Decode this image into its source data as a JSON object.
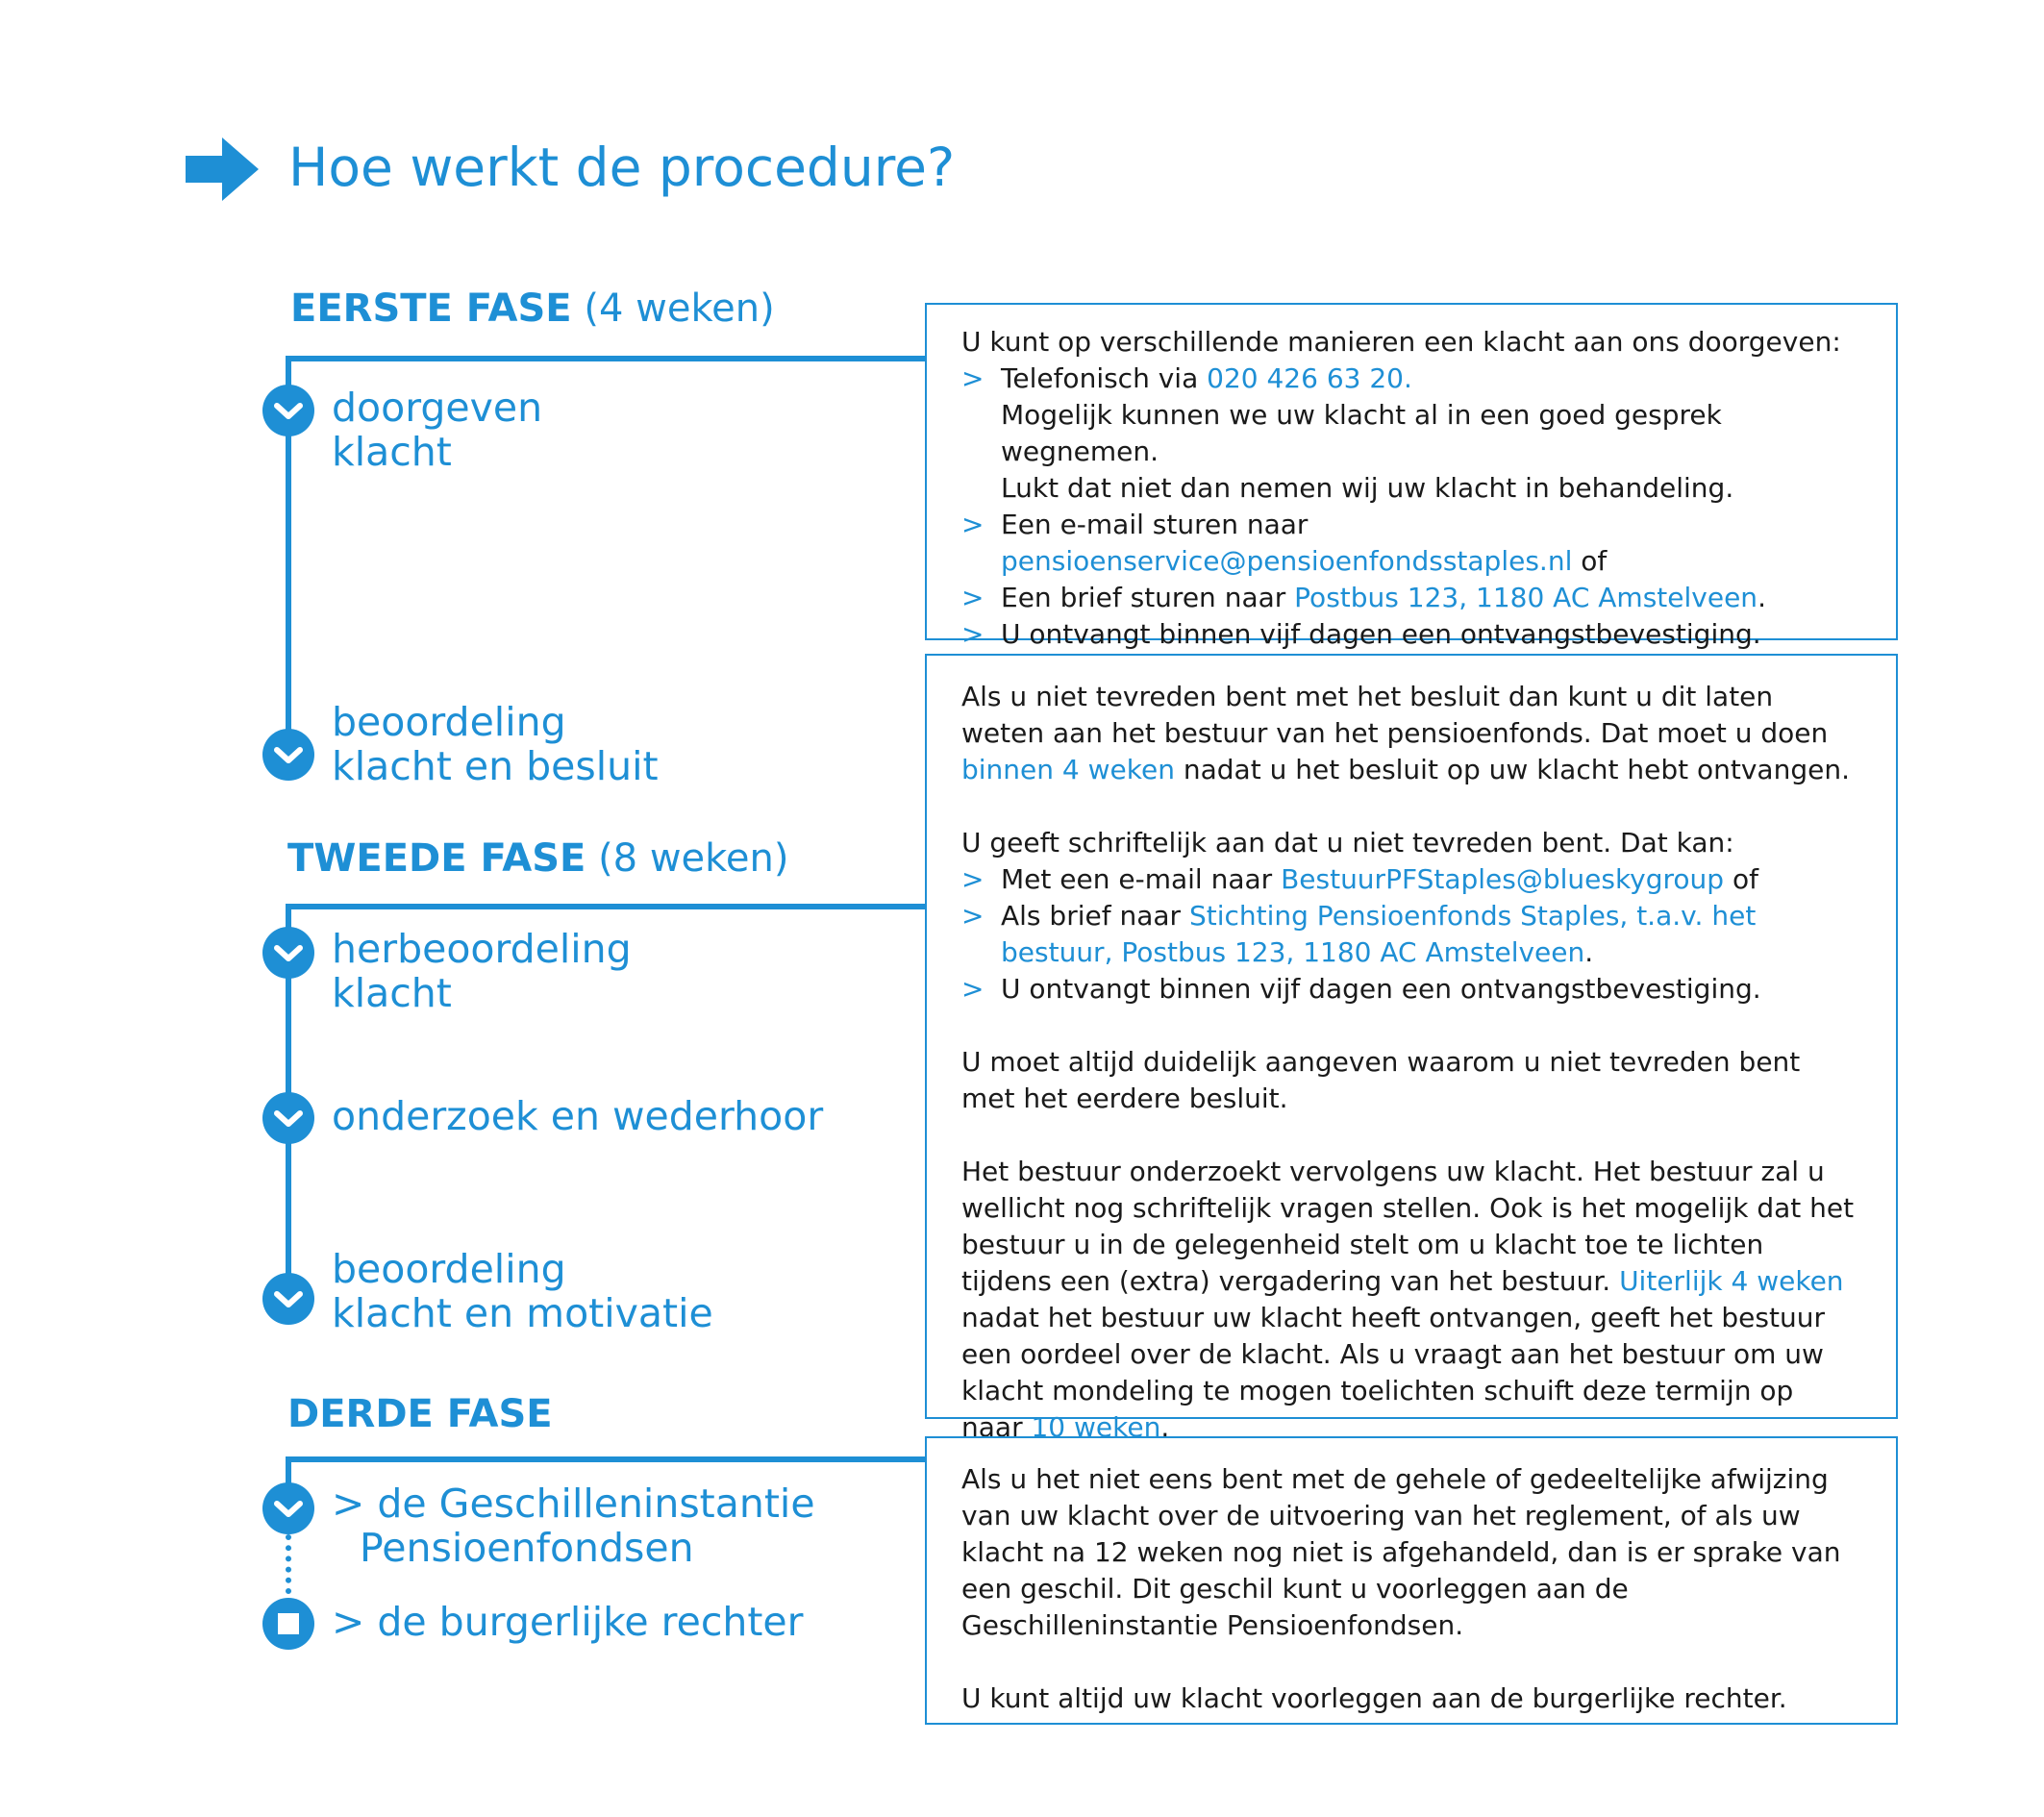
{
  "title": "Hoe werkt de procedure?",
  "phases": {
    "first": {
      "name": "EERSTE FASE",
      "duration": "(4 weken)"
    },
    "second": {
      "name": "TWEEDE FASE",
      "duration": "(8 weken)"
    },
    "third": {
      "name": "DERDE FASE"
    }
  },
  "steps": {
    "s1": {
      "line1": "doorgeven",
      "line2": "klacht"
    },
    "s2": {
      "line1": "beoordeling",
      "line2": "klacht en besluit"
    },
    "s3": {
      "line1": "herbeoordeling",
      "line2": "klacht"
    },
    "s4": {
      "line1": "onderzoek en wederhoor"
    },
    "s5": {
      "line1": "beoordeling",
      "line2": "klacht en motivatie"
    },
    "s6": {
      "line1": "> de Geschilleninstantie",
      "line2": "Pensioenfondsen"
    },
    "s7": {
      "line1": "> de burgerlijke rechter"
    }
  },
  "box1": {
    "intro": "U kunt op verschillende manieren een klacht aan ons doorgeven:",
    "marker": ">",
    "b1_text": "Telefonisch via ",
    "b1_phone": "020 426 63 20.",
    "b1_line2": "Mogelijk kunnen we uw klacht al in een goed gesprek wegnemen.",
    "b1_line3": "Lukt dat niet dan nemen wij uw klacht in behandeling.",
    "b2_text": "Een e-mail sturen naar",
    "b2_email": "pensioenservice@pensioenfondsstaples.nl",
    "b2_after": " of",
    "b3_text": "Een brief sturen naar ",
    "b3_address": "Postbus 123, 1180 AC Amstelveen",
    "b3_after": ".",
    "b4_text": "U ontvangt binnen vijf dagen een ontvangstbevestiging."
  },
  "box2": {
    "p1_a": "Als u niet tevreden bent met het besluit dan kunt u dit laten weten aan het bestuur van het pensioenfonds. Dat moet u doen ",
    "p1_hl": "binnen 4 weken",
    "p1_b": " nadat u het besluit op uw klacht hebt ontvangen.",
    "p2_intro": "U geeft schriftelijk aan dat u niet tevreden bent. Dat kan:",
    "b1_text": "Met een e-mail naar ",
    "b1_email": "BestuurPFStaples@blueskygroup",
    "b1_after": " of",
    "b2_text": "Als brief naar ",
    "b2_address": "Stichting Pensioenfonds Staples, t.a.v. het bestuur, Postbus 123, 1180 AC Amstelveen",
    "b2_after": ".",
    "b3_text": "U ontvangt binnen vijf dagen een ontvangstbevestiging.",
    "p3": "U moet altijd duidelijk aangeven waarom u niet tevreden bent met het eerdere besluit.",
    "p4_a": "Het bestuur onderzoekt vervolgens uw klacht. Het bestuur zal u wellicht nog schriftelijk vragen stellen. Ook is het mogelijk dat het bestuur u in de gelegenheid stelt om u klacht toe te lichten tijdens een (extra) vergadering van het bestuur. ",
    "p4_hl1": "Uiterlijk 4 weken",
    "p4_b": " nadat het bestuur uw klacht heeft ontvangen, geeft het bestuur een oordeel over de klacht. Als u vraagt aan het bestuur om uw klacht mondeling te mogen toelichten schuift deze termijn op naar ",
    "p4_hl2": "10 weken",
    "p4_c": "."
  },
  "box3": {
    "p1": "Als u het niet eens bent met de gehele of gedeeltelijke afwijzing van uw klacht over de uitvoering van het reglement, of als uw klacht na 12 weken nog niet is afgehandeld, dan is er sprake van een geschil. Dit geschil kunt u voorleggen aan de Geschilleninstantie Pensioenfondsen.",
    "p2": "U kunt altijd uw klacht voorleggen aan de burgerlijke rechter."
  },
  "icons": {
    "title": "arrow-right-icon",
    "step": "chevron-down-circle-icon",
    "end": "stop-square-circle-icon"
  },
  "colors": {
    "accent": "#1e8fd5",
    "text": "#1a1a1a"
  }
}
